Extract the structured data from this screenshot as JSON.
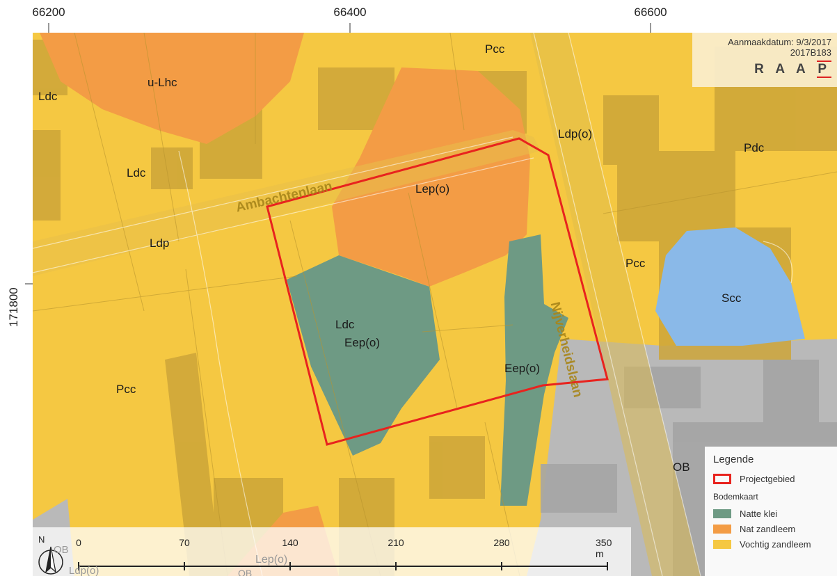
{
  "coords": {
    "top": [
      "66200",
      "66400",
      "66600"
    ],
    "left": [
      "171800"
    ]
  },
  "info": {
    "date": "Aanmaakdatum: 9/3/2017",
    "code": "2017B183",
    "logo": "RAAP"
  },
  "streets": {
    "ambachtenlaan": "Ambachtenlaan",
    "nijverheidslaan": "Nijverheidslaan"
  },
  "labels": {
    "u_lhc": "u-Lhc",
    "ldc_a": "Ldc",
    "ldc_b": "Ldc",
    "ldc_c": "Ldc",
    "ldp": "Ldp",
    "pcc_a": "Pcc",
    "pcc_b": "Pcc",
    "pcc_c": "Pcc",
    "ldp_o": "Ldp(o)",
    "pdc": "Pdc",
    "lep_o": "Lep(o)",
    "scc": "Scc",
    "eep_o_a": "Eep(o)",
    "eep_o_b": "Eep(o)",
    "ob_a": "OB",
    "ob_b": "OB",
    "ob_c": "OB",
    "lep_o_b": "Lep(o)",
    "ldp_o_b": "Ldp(o)"
  },
  "legend": {
    "title": "Legende",
    "project": "Projectgebied",
    "subtitle": "Bodemkaart",
    "items": [
      {
        "label": "Natte klei",
        "color": "#6e9a84"
      },
      {
        "label": "Nat zandleem",
        "color": "#f39c45"
      },
      {
        "label": "Vochtig zandleem",
        "color": "#f5c842"
      }
    ],
    "project_color": "#e8231e"
  },
  "scalebar": {
    "labels": [
      "0",
      "70",
      "140",
      "210",
      "280",
      "350 m"
    ],
    "north": "N"
  },
  "colors": {
    "vochtig": "#f5c842",
    "nat_zandleem": "#f39c45",
    "natte_klei": "#6e9a84",
    "scc": "#8ab9e8",
    "ob": "#b8b8b8",
    "building": "#cca63a"
  }
}
